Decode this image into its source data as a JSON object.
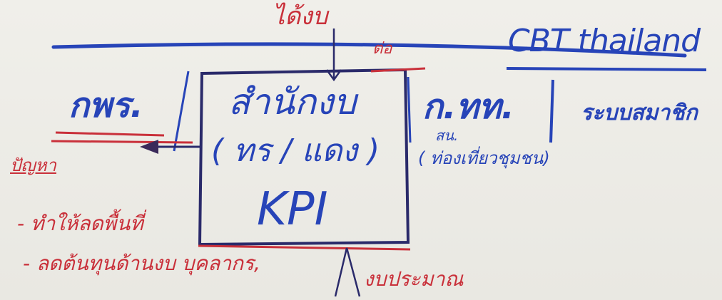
{
  "board": {
    "top_label": "ได้งบ",
    "top_sublabel": "ต่อ",
    "brand": "CBT thailand",
    "left_org": "กพร.",
    "left_note_title": "ปัญหา",
    "left_note_item1": "- ทำให้ลดพื้นที่",
    "left_note_item2": "- ลดต้นทุนด้านงบ บุคลากร,",
    "bottom_note": "งบประมาณ",
    "center_box_line1": "สำนักงบ",
    "center_box_line2": "( ทร / แดง )",
    "center_box_line3": "KPI",
    "right_org": "ก.ทท.",
    "right_note_line1": "สน.",
    "right_note_line2": "( ท่องเที่ยวชุมชน)",
    "far_right_note": "ระบบสมาชิก"
  },
  "colors": {
    "blue_marker": "#2744b8",
    "red_marker": "#c9303a",
    "dark_marker": "#2a2a6a",
    "whiteboard": "#ecebe6"
  }
}
